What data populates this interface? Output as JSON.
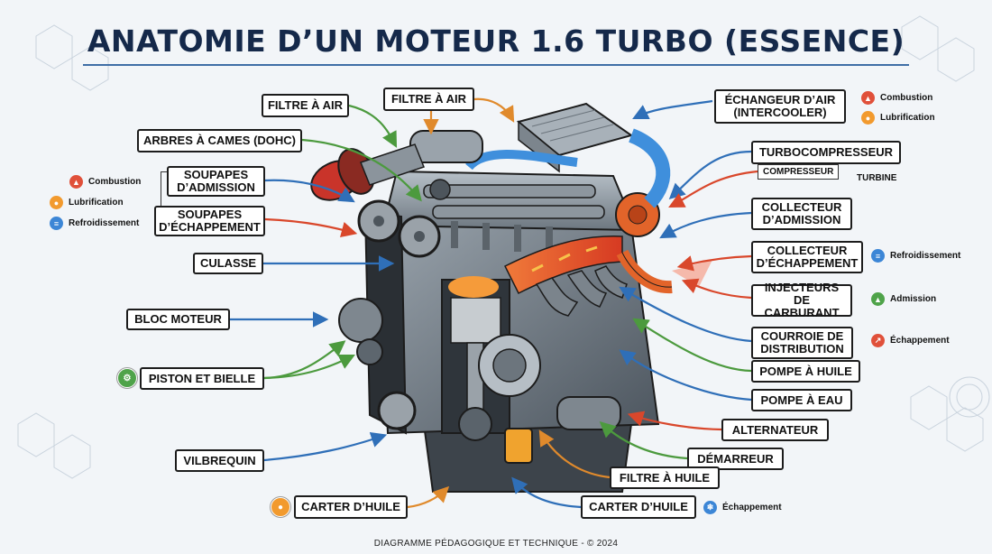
{
  "title": "ANATOMIE D’UN MOTEUR 1.6 TURBO (ESSENCE)",
  "footer": "DIAGRAMME PÉDAGOGIQUE ET TECHNIQUE - © 2024",
  "colors": {
    "title": "#15294a",
    "arrow_blue": "#2f6fb8",
    "arrow_red": "#d9472b",
    "arrow_green": "#4c9a3e",
    "arrow_orange": "#e08a2c",
    "coolant_blue": "#3f8fdc",
    "exhaust_red": "#e24a2a",
    "turbo_orange": "#e2642a",
    "engine_grey": "#6b7580"
  },
  "labels": {
    "filtre_air_1": "FILTRE À AIR",
    "filtre_air_2": "FILTRE À AIR",
    "arbres_cames": "ARBRES À CAMES (DOHC)",
    "soupapes_admission": "SOUPAPES D’ADMISSION",
    "soupapes_echappement": "SOUPAPES D’ÉCHAPPEMENT",
    "culasse": "CULASSE",
    "bloc_moteur": "BLOC MOTEUR",
    "piston_bielle": "PISTON ET BIELLE",
    "vilebrequin": "VILBREQUIN",
    "carter_huile_left": "CARTER D’HUILE",
    "echangeur": "ÉCHANGEUR D’AIR (INTERCOOLER)",
    "turbocompresseur": "TURBOCOMPRESSEUR",
    "compresseur": "COMPRESSEUR",
    "turbine": "TURBINE",
    "collecteur_admission": "COLLECTEUR D’ADMISSION",
    "collecteur_echappement": "COLLECTEUR D’ÉCHAPPEMENT",
    "injecteurs": "INJECTEURS DE CARBURANT",
    "courroie": "COURROIE DE DISTRIBUTION",
    "pompe_huile": "POMPE À HUILE",
    "pompe_eau": "POMPE À EAU",
    "alternateur": "ALTERNATEUR",
    "demarreur": "DÉMARREUR",
    "filtre_huile": "FILTRE À HUILE",
    "carter_huile_right": "CARTER D’HUILE"
  },
  "legend_left": [
    {
      "icon": "flame-icon",
      "label": "Combustion"
    },
    {
      "icon": "drop-icon",
      "label": "Lubrification"
    },
    {
      "icon": "coolant-icon",
      "label": "Refroidissement"
    }
  ],
  "legend_top_right": [
    {
      "icon": "flame-icon",
      "label": "Combustion"
    },
    {
      "icon": "drop-icon",
      "label": "Lubrification"
    }
  ],
  "legend_right": [
    {
      "icon": "coolant-icon",
      "label": "Refroidissement"
    },
    {
      "icon": "intake-icon",
      "label": "Admission"
    },
    {
      "icon": "exhaust-icon",
      "label": "Échappement"
    }
  ],
  "legend_bottom": {
    "icon": "snowflake-icon",
    "label": "Échappement"
  }
}
